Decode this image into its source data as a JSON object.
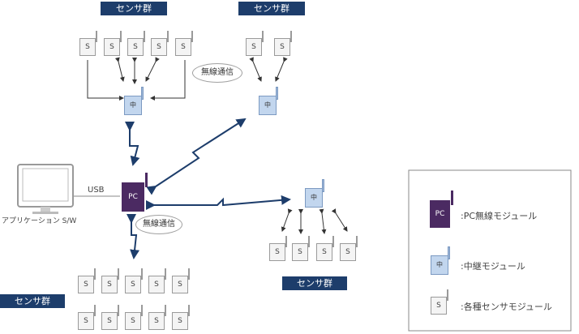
{
  "labels": {
    "sensor_group_top_left": "センサ群",
    "sensor_group_top_right": "センサ群",
    "sensor_group_right": "センサ群",
    "sensor_group_bottom_left": "センサ群"
  },
  "sensor_letter": "S",
  "relay_letter": "中",
  "pc_label": "PC",
  "wireless_comm_1": "無線通信",
  "wireless_comm_2": "無線通信",
  "usb_label": "USB",
  "app_label": "アプリケーション S/W",
  "legend": {
    "pc_item": ":PC無線モジュール",
    "relay_item": ":中継モジュール",
    "sensor_item": ":各種センサモジュール"
  },
  "colors": {
    "label_bg": "#1d3d6b",
    "pc": "#4b2a62",
    "relay": "#c2d6ee",
    "wireless_link": "#1d3d6b"
  }
}
